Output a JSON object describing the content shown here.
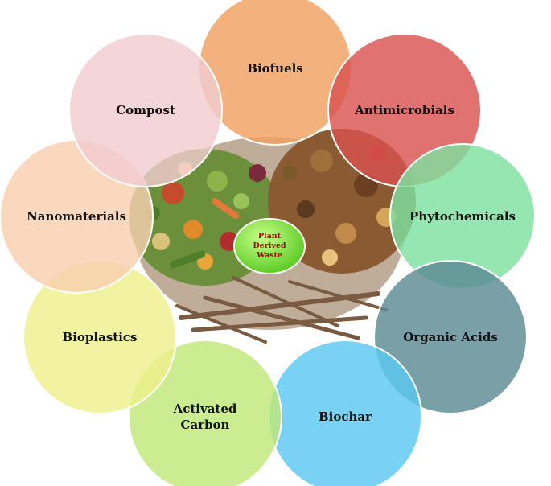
{
  "center": {
    "lines": [
      "Plant",
      "Derived",
      "Waste"
    ],
    "fill": "#7de33a"
  },
  "nodes": [
    {
      "id": "biofuels",
      "lines": [
        "Biofuels"
      ],
      "fill": "#f0a060"
    },
    {
      "id": "antimicrobials",
      "lines": [
        "Antimicrobials"
      ],
      "fill": "#d9534f"
    },
    {
      "id": "phytochemicals",
      "lines": [
        "Phytochemicals"
      ],
      "fill": "#7fe0a0"
    },
    {
      "id": "organic-acids",
      "lines": [
        "Organic Acids"
      ],
      "fill": "#5c8a94"
    },
    {
      "id": "biochar",
      "lines": [
        "Biochar"
      ],
      "fill": "#5cc8f0"
    },
    {
      "id": "activated-carbon",
      "lines": [
        "Activated",
        "Carbon"
      ],
      "fill": "#c0e878"
    },
    {
      "id": "bioplastics",
      "lines": [
        "Bioplastics"
      ],
      "fill": "#eef08c"
    },
    {
      "id": "nanomaterials",
      "lines": [
        "Nanomaterials"
      ],
      "fill": "#f8cfb0"
    },
    {
      "id": "compost",
      "lines": [
        "Compost"
      ],
      "fill": "#f2cccf"
    }
  ]
}
